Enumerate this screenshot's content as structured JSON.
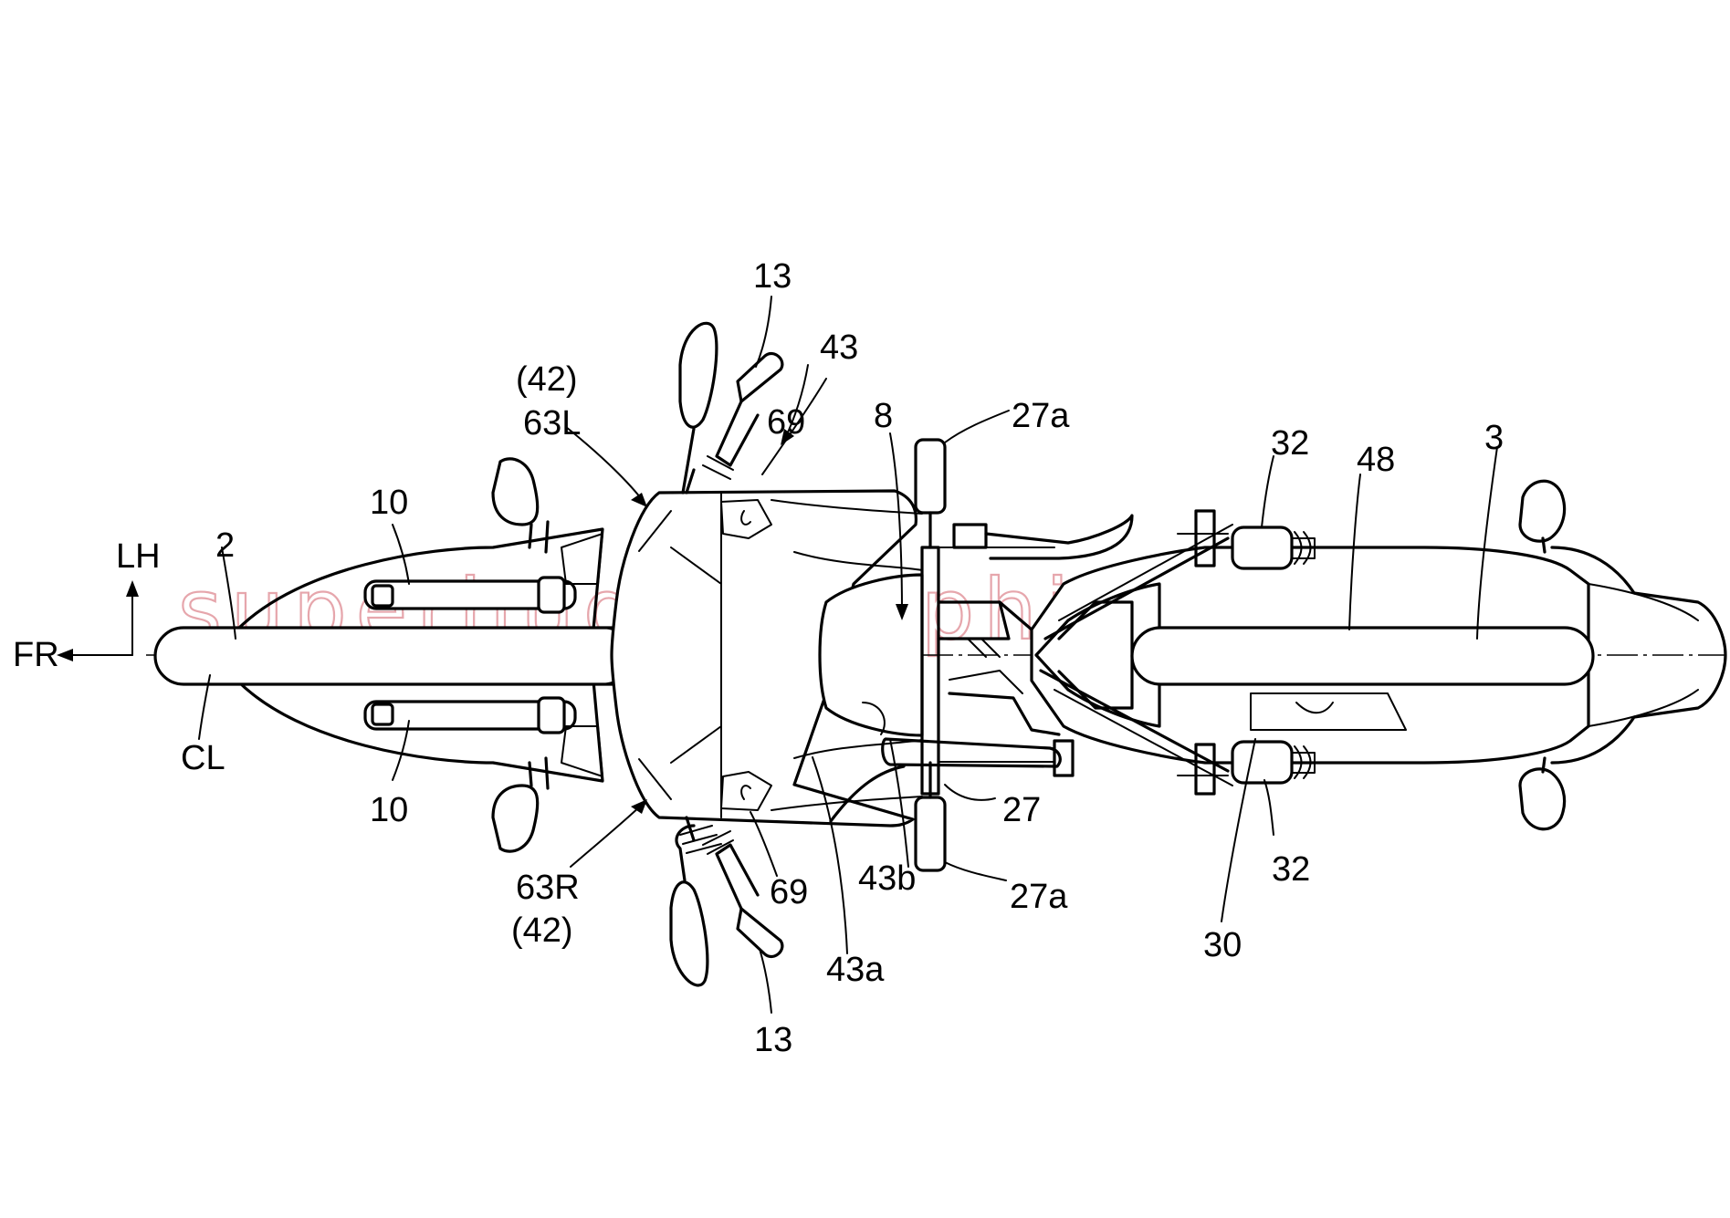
{
  "figure": {
    "watermark": "superhuge Graphish.jp",
    "direction_labels": {
      "left_hand": "LH",
      "front": "FR",
      "center_line": "CL"
    },
    "reference_numerals": {
      "n13_upper": "13",
      "n13_lower": "13",
      "n43": "43",
      "n42_upper": "(42)",
      "n63L": "63L",
      "n69_upper": "69",
      "n69_lower": "69",
      "n8": "8",
      "n27a_upper": "27a",
      "n27a_lower": "27a",
      "n32_upper": "32",
      "n32_lower": "32",
      "n48": "48",
      "n3": "3",
      "n10_upper": "10",
      "n10_lower": "10",
      "n2": "2",
      "n27": "27",
      "n43b": "43b",
      "n43a": "43a",
      "n63R": "63R",
      "n42_lower": "(42)",
      "n30": "30"
    }
  }
}
